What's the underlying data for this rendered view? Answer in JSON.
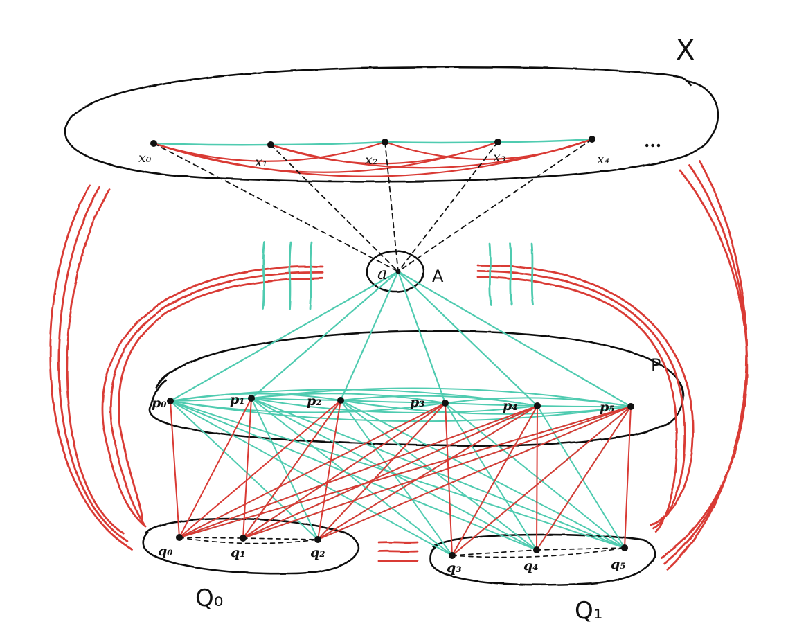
{
  "colors": {
    "ink": "#111111",
    "red": "#d93a34",
    "teal": "#4fcbb0"
  },
  "labels": {
    "X": "X",
    "A": "A",
    "P": "P",
    "Q0": "Q₀",
    "Q1": "Q₁",
    "a": "a",
    "ellipsis": "...",
    "x0": "x₀",
    "x1": "x₁",
    "x2": "x₂",
    "x3": "x₃",
    "x4": "x₄",
    "p0": "p₀",
    "p1": "p₁",
    "p2": "p₂",
    "p3": "p₃",
    "p4": "p₄",
    "p5": "p₅",
    "q0": "q₀",
    "q1": "q₁",
    "q2": "q₂",
    "q3": "q₃",
    "q4": "q₄",
    "q5": "q₅"
  },
  "edges": {
    "x_teal": [
      [
        "x0",
        "x1"
      ],
      [
        "x1",
        "x2"
      ],
      [
        "x2",
        "x3"
      ],
      [
        "x3",
        "x4"
      ]
    ],
    "x_red": [
      [
        "x0",
        "x2"
      ],
      [
        "x0",
        "x3"
      ],
      [
        "x0",
        "x4"
      ],
      [
        "x1",
        "x3"
      ],
      [
        "x1",
        "x4"
      ],
      [
        "x2",
        "x4"
      ]
    ],
    "x_to_a_dashed": [
      "x0",
      "x1",
      "x2",
      "x3",
      "x4"
    ],
    "a_to_p_teal": [
      "p0",
      "p1",
      "p2",
      "p3",
      "p4",
      "p5"
    ],
    "p_teal_complete": true,
    "p_q_teal": [
      [
        "p0",
        "q2"
      ],
      [
        "p0",
        "q3"
      ],
      [
        "p0",
        "q4"
      ],
      [
        "p0",
        "q5"
      ],
      [
        "p1",
        "q2"
      ],
      [
        "p1",
        "q3"
      ],
      [
        "p1",
        "q4"
      ],
      [
        "p1",
        "q5"
      ],
      [
        "p2",
        "q1"
      ],
      [
        "p2",
        "q3"
      ],
      [
        "p2",
        "q4"
      ],
      [
        "p2",
        "q5"
      ],
      [
        "p3",
        "q0"
      ],
      [
        "p3",
        "q1"
      ],
      [
        "p3",
        "q2"
      ],
      [
        "p3",
        "q4"
      ],
      [
        "p3",
        "q5"
      ],
      [
        "p4",
        "q0"
      ],
      [
        "p4",
        "q1"
      ],
      [
        "p4",
        "q2"
      ],
      [
        "p4",
        "q3"
      ],
      [
        "p4",
        "q5"
      ],
      [
        "p5",
        "q0"
      ],
      [
        "p5",
        "q1"
      ],
      [
        "p5",
        "q2"
      ],
      [
        "p5",
        "q3"
      ],
      [
        "p5",
        "q4"
      ]
    ],
    "p_q_red": [
      [
        "p0",
        "q0"
      ],
      [
        "p1",
        "q0"
      ],
      [
        "p1",
        "q1"
      ],
      [
        "p2",
        "q0"
      ],
      [
        "p2",
        "q1"
      ],
      [
        "p2",
        "q2"
      ],
      [
        "p3",
        "q0"
      ],
      [
        "p3",
        "q1"
      ],
      [
        "p3",
        "q2"
      ],
      [
        "p3",
        "q3"
      ],
      [
        "p4",
        "q0"
      ],
      [
        "p4",
        "q1"
      ],
      [
        "p4",
        "q2"
      ],
      [
        "p4",
        "q3"
      ],
      [
        "p4",
        "q4"
      ],
      [
        "p5",
        "q0"
      ],
      [
        "p5",
        "q1"
      ],
      [
        "p5",
        "q2"
      ],
      [
        "p5",
        "q3"
      ],
      [
        "p5",
        "q4"
      ],
      [
        "p5",
        "q5"
      ]
    ],
    "q_dashed": [
      [
        "q0",
        "q1"
      ],
      [
        "q1",
        "q2"
      ],
      [
        "q0",
        "q2"
      ],
      [
        "q3",
        "q4"
      ],
      [
        "q4",
        "q5"
      ],
      [
        "q3",
        "q5"
      ]
    ]
  }
}
